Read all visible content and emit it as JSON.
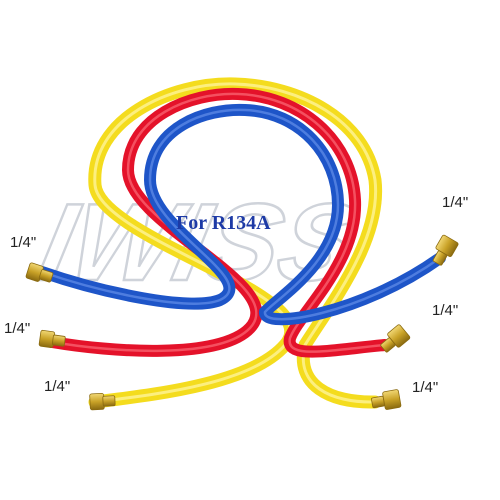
{
  "product": {
    "caption": "For R134A",
    "watermark": "IWISS",
    "fitting_labels": [
      "1/4\"",
      "1/4\"",
      "1/4\"",
      "1/4\"",
      "1/4\"",
      "1/4\""
    ]
  },
  "hoses": [
    {
      "name": "yellow",
      "color": "#f4dc1e"
    },
    {
      "name": "red",
      "color": "#e4122a"
    },
    {
      "name": "blue",
      "color": "#1e55c8"
    }
  ],
  "colors": {
    "caption": "#1d3aa6",
    "brass": "#c9a227",
    "brass_dark": "#8a6a10",
    "watermark": "#cfd3da",
    "background": "#ffffff"
  }
}
